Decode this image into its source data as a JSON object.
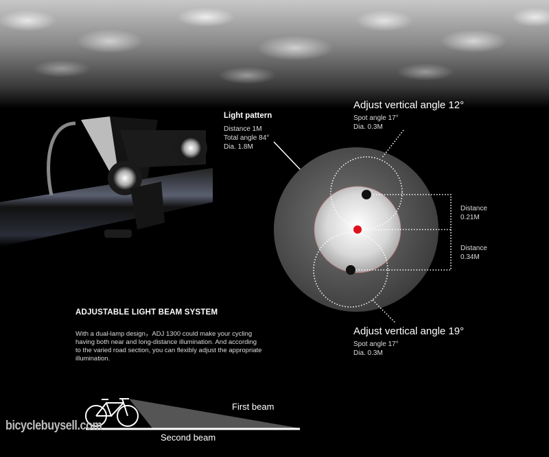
{
  "light_pattern": {
    "title": "Light pattern",
    "lines": [
      "Distance 1M",
      "Total angle 84°",
      "Dia. 1.8M"
    ]
  },
  "top_spot": {
    "title": "Adjust vertical angle 12°",
    "lines": [
      "Spot angle 17°",
      "Dia. 0.3M"
    ]
  },
  "bottom_spot": {
    "title": "Adjust vertical angle 19°",
    "lines": [
      "Spot angle 17°",
      "Dia. 0.3M"
    ]
  },
  "distances": [
    {
      "label": "Distance",
      "value": "0.21M"
    },
    {
      "label": "Distance",
      "value": "0.34M"
    }
  ],
  "section": {
    "heading": "ADJUSTABLE LIGHT BEAM SYSTEM",
    "body": [
      "With a  dual-lamp design，ADJ 1300 could make  your cycling",
      "having both near and long-distance illumination. And according",
      "to the varied road section, you can flexibly adjust the appropriate",
      "illumination."
    ]
  },
  "beams": {
    "first": "First beam",
    "second": "Second beam"
  },
  "watermark": "bicyclebuysell.com",
  "colors": {
    "center_dot": "#e0101a",
    "background": "#000000"
  }
}
